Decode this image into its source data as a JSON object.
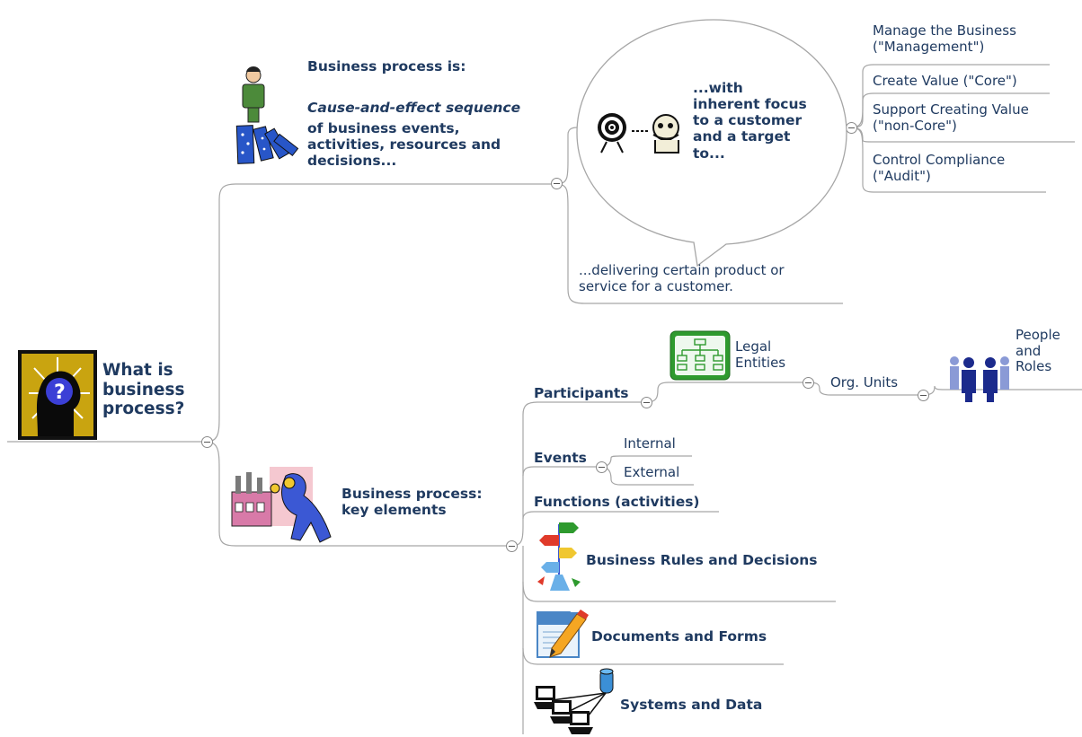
{
  "root": {
    "title": "What is business process?",
    "title_lines": [
      "What is",
      "business",
      "process?"
    ]
  },
  "branch_definition": {
    "heading": "Business process is:",
    "emphasis": "Cause-and-effect sequence",
    "body_lines": [
      "of business events,",
      "activities, resources and",
      "decisions..."
    ]
  },
  "focus_bubble": {
    "lines": [
      "...with",
      "inherent focus",
      "to a customer",
      "and a target",
      "to..."
    ]
  },
  "process_types": [
    {
      "lines": [
        "Manage the Business",
        "(\"Management\")"
      ]
    },
    {
      "lines": [
        "Create Value (\"Core\")"
      ]
    },
    {
      "lines": [
        "Support Creating Value",
        "(\"non-Core\")"
      ]
    },
    {
      "lines": [
        "Control Compliance",
        "(\"Audit\")"
      ]
    }
  ],
  "delivering": {
    "lines": [
      "...delivering certain product or",
      "service for a customer."
    ]
  },
  "branch_elements": {
    "lines": [
      "Business process:",
      "key elements"
    ]
  },
  "participants": {
    "label": "Participants",
    "legal_entities": [
      "Legal",
      "Entities"
    ],
    "org_units": "Org. Units",
    "people_roles": [
      "People",
      "and",
      "Roles"
    ]
  },
  "events": {
    "label": "Events",
    "children": [
      "Internal",
      "External"
    ]
  },
  "functions": {
    "label": "Functions (activities)"
  },
  "rules": {
    "label": "Business Rules and Decisions"
  },
  "documents": {
    "label": "Documents and Forms"
  },
  "systems": {
    "label": "Systems and Data"
  },
  "colors": {
    "text": "#1f3a60",
    "connector": "#a6a6a6",
    "accent_green": "#2e9a2e",
    "accent_blue": "#1b2a8c"
  },
  "icons": {
    "root": "question-head-icon",
    "definition": "domino-businessman-icon",
    "focus_target": "target-icon",
    "focus_customer": "customer-face-icon",
    "elements": "factory-windup-icon",
    "legal_entities": "org-chart-icon",
    "people_roles": "people-group-icon",
    "rules": "signpost-icon",
    "documents": "document-pencil-icon",
    "systems": "network-computers-icon"
  }
}
